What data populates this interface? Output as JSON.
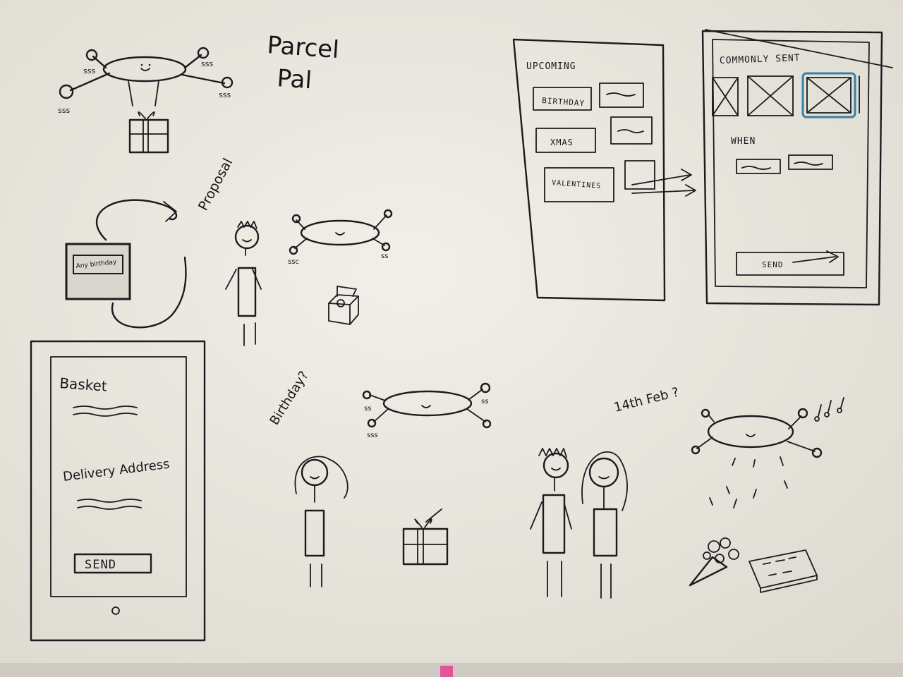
{
  "title": {
    "line1": "Parcel",
    "line2": "Pal"
  },
  "scenes": {
    "proposal": "Proposal",
    "birthday": "Birthday?",
    "valentine": "14th Feb ?"
  },
  "loop_card_text": "Any birthday",
  "upcoming_screen": {
    "heading": "UPCOMING",
    "items": [
      "BIRTHDAY",
      "XMAS",
      "VALENTINES"
    ]
  },
  "commonly_sent_screen": {
    "heading": "COMMONLY SENT",
    "when_label": "WHEN",
    "send_label": "SEND"
  },
  "basket_screen": {
    "basket_label": "Basket",
    "delivery_label": "Delivery Address",
    "send_button": "SEND"
  },
  "colors": {
    "paper": "#ece9e1",
    "ink": "#1b1b1f",
    "selected_highlight": "#3a7fa6",
    "pink_tab": "#e0559c"
  }
}
